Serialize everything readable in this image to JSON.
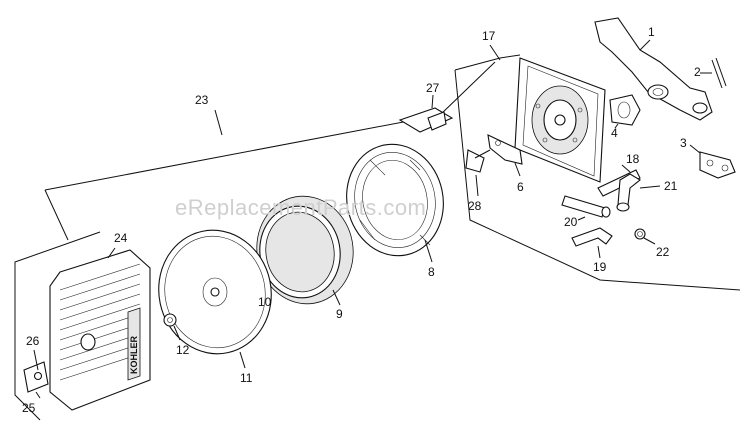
{
  "watermark": "eReplacementParts.com",
  "callouts": {
    "p1": "1",
    "p2": "2",
    "p3": "3",
    "p4": "4",
    "p6": "6",
    "p8": "8",
    "p9": "9",
    "p10": "10",
    "p11": "11",
    "p12": "12",
    "p17": "17",
    "p18": "18",
    "p19": "19",
    "p20": "20",
    "p21": "21",
    "p22": "22",
    "p23": "23",
    "p24": "24",
    "p25": "25",
    "p26": "26",
    "p27": "27",
    "p28": "28"
  },
  "brand_mark": "KOHLER"
}
